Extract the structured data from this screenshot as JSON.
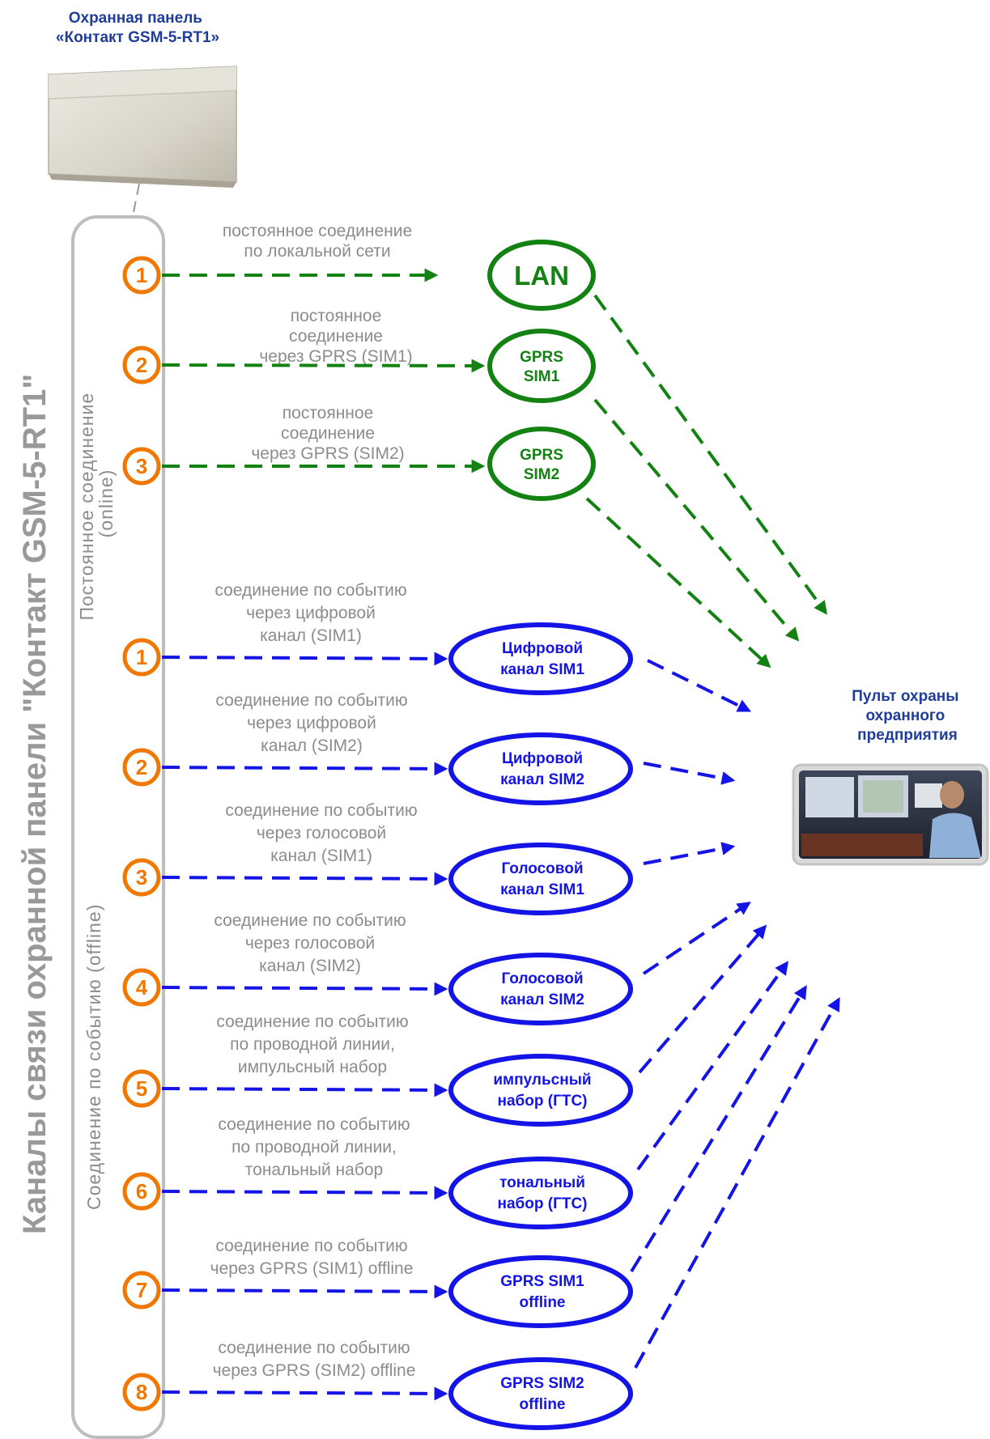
{
  "panel": {
    "title_line1": "Охранная панель",
    "title_line2": "«Контакт GSM-5-RT1»"
  },
  "side_title": "Каналы связи охранной панели \"Контакт GSM-5-RT1\"",
  "groups": {
    "online": {
      "line1": "Постоянное соединение",
      "line2": "(online)"
    },
    "offline": {
      "line1": "Соединение по событию (offline)"
    }
  },
  "console": {
    "title_line1": "Пульт охраны",
    "title_line2": "охранного",
    "title_line3": "предприятия"
  },
  "online_channels": [
    {
      "num": "1",
      "desc": [
        "постоянное соединение",
        "по локальной сети"
      ],
      "node": [
        "LAN"
      ]
    },
    {
      "num": "2",
      "desc": [
        "постоянное",
        "соединение",
        "через GPRS (SIM1)"
      ],
      "node": [
        "GPRS",
        "SIM1"
      ]
    },
    {
      "num": "3",
      "desc": [
        "постоянное",
        "соединение",
        "через GPRS (SIM2)"
      ],
      "node": [
        "GPRS",
        "SIM2"
      ]
    }
  ],
  "offline_channels": [
    {
      "num": "1",
      "desc": [
        "соединение по событию",
        "через цифровой",
        "канал (SIM1)"
      ],
      "node": [
        "Цифровой",
        "канал SIM1"
      ]
    },
    {
      "num": "2",
      "desc": [
        "соединение по событию",
        "через цифровой",
        "канал (SIM2)"
      ],
      "node": [
        "Цифровой",
        "канал SIM2"
      ]
    },
    {
      "num": "3",
      "desc": [
        "соединение по событию",
        "через голосовой",
        "канал (SIM1)"
      ],
      "node": [
        "Голосовой",
        "канал SIM1"
      ]
    },
    {
      "num": "4",
      "desc": [
        "соединение по событию",
        "через голосовой",
        "канал (SIM2)"
      ],
      "node": [
        "Голосовой",
        "канал SIM2"
      ]
    },
    {
      "num": "5",
      "desc": [
        "соединение по событию",
        "по проводной линии,",
        "импульсный набор"
      ],
      "node": [
        "импульсный",
        "набор (ГТС)"
      ]
    },
    {
      "num": "6",
      "desc": [
        "соединение по событию",
        "по проводной линии,",
        "тональный набор"
      ],
      "node": [
        "тональный",
        "набор (ГТС)"
      ]
    },
    {
      "num": "7",
      "desc": [
        "соединение по событию",
        "через GPRS (SIM1) offline"
      ],
      "node": [
        "GPRS SIM1",
        "offline"
      ]
    },
    {
      "num": "8",
      "desc": [
        "соединение по событию",
        "через GPRS (SIM2) offline"
      ],
      "node": [
        "GPRS SIM2",
        "offline"
      ]
    }
  ],
  "colors": {
    "online": "#138213",
    "offline": "#1414e6",
    "badge": "#f07800",
    "label_grey": "#8c8c8c"
  }
}
